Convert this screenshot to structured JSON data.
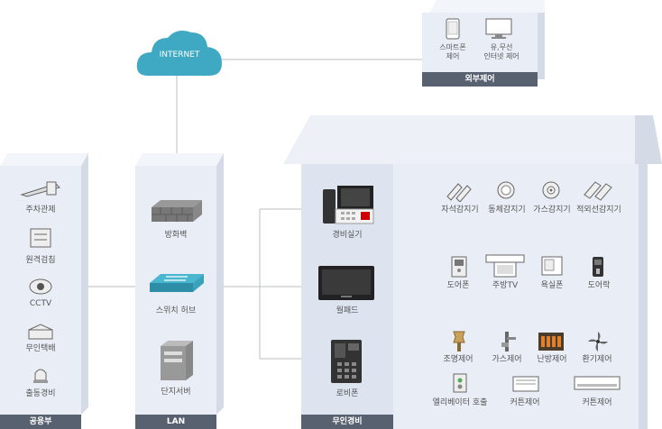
{
  "internet": {
    "label": "INTERNET"
  },
  "external": {
    "footer": "외부제어",
    "items": [
      {
        "label": "스마트폰\n제어",
        "icon": "smartphone-icon"
      },
      {
        "label": "유,무선\n인터넷 제어",
        "icon": "monitor-icon"
      }
    ]
  },
  "public": {
    "footer": "공용부",
    "items": [
      {
        "label": "주차관제",
        "icon": "parking-gate-icon"
      },
      {
        "label": "원격검침",
        "icon": "meter-reading-icon"
      },
      {
        "label": "CCTV",
        "icon": "cctv-camera-icon"
      },
      {
        "label": "무인택배",
        "icon": "parcel-box-icon"
      },
      {
        "label": "출동경비",
        "icon": "alarm-siren-icon"
      }
    ]
  },
  "lan": {
    "footer": "LAN",
    "items": [
      {
        "label": "방화벽",
        "icon": "firewall-icon"
      },
      {
        "label": "스위치 허브",
        "icon": "switch-hub-icon"
      },
      {
        "label": "단지서버",
        "icon": "server-icon"
      }
    ]
  },
  "security": {
    "footer": "무인경비",
    "items": [
      {
        "label": "경비실기",
        "icon": "guard-phone-icon"
      },
      {
        "label": "월패드",
        "icon": "wallpad-icon"
      },
      {
        "label": "로비폰",
        "icon": "lobby-phone-icon"
      }
    ]
  },
  "home": {
    "sensors": [
      {
        "label": "자석감지기",
        "icon": "magnet-sensor-icon"
      },
      {
        "label": "동체감지기",
        "icon": "motion-sensor-icon"
      },
      {
        "label": "가스감지기",
        "icon": "gas-sensor-icon"
      },
      {
        "label": "적외선감지기",
        "icon": "infrared-sensor-icon"
      }
    ],
    "devices": [
      {
        "label": "도어폰",
        "icon": "doorphone-icon"
      },
      {
        "label": "주방TV",
        "icon": "kitchen-tv-icon"
      },
      {
        "label": "욕실폰",
        "icon": "bathroom-phone-icon"
      },
      {
        "label": "도어락",
        "icon": "door-lock-icon"
      }
    ],
    "controls": [
      {
        "label": "조명제어",
        "icon": "lighting-icon"
      },
      {
        "label": "가스제어",
        "icon": "gas-valve-icon"
      },
      {
        "label": "난방제어",
        "icon": "heater-icon"
      },
      {
        "label": "환기제어",
        "icon": "fan-icon"
      }
    ],
    "controls2": [
      {
        "label": "엘리베이터 호출",
        "icon": "elevator-call-icon"
      },
      {
        "label": "커튼제어",
        "icon": "curtain-icon"
      },
      {
        "label": "커튼제어",
        "icon": "curtain-motor-icon"
      }
    ]
  }
}
